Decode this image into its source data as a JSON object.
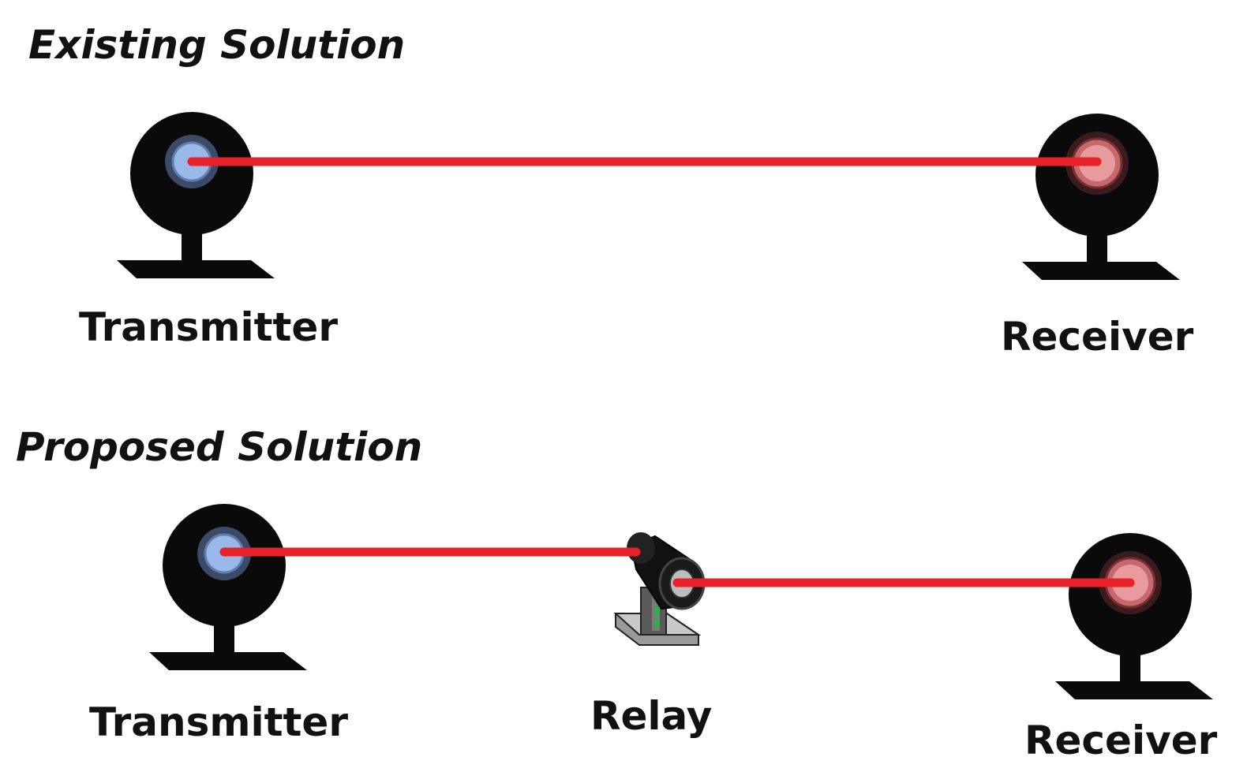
{
  "colors": {
    "beam": "#e8202a",
    "device_body": "#0a0a0a",
    "transmitter_lens": "#9ab8e8",
    "receiver_lens": "#e89a9c",
    "relay_status_led": "#2fae4a"
  },
  "existing": {
    "title": "Existing Solution",
    "transmitter_label": "Transmitter",
    "receiver_label": "Receiver"
  },
  "proposed": {
    "title": "Proposed Solution",
    "transmitter_label": "Transmitter",
    "relay_label": "Relay",
    "receiver_label": "Receiver"
  }
}
